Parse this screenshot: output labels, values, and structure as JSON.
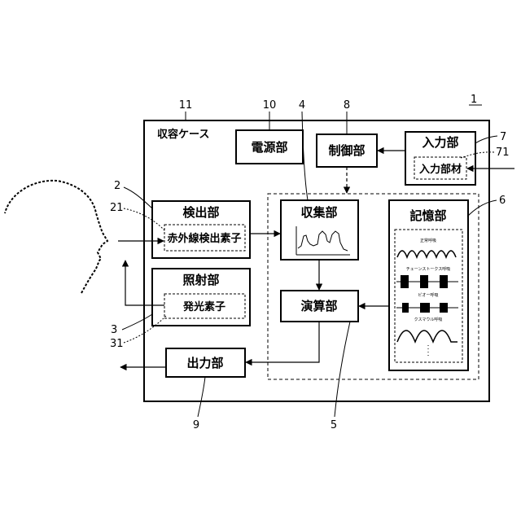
{
  "figure_number": "1",
  "housing": {
    "label": "収容ケース",
    "ref": "11"
  },
  "power_unit": {
    "label": "電源部",
    "ref": "10"
  },
  "control_unit": {
    "label": "制御部",
    "ref": "8"
  },
  "input_unit": {
    "label": "入力部",
    "ref": "7"
  },
  "input_member": {
    "label": "入力部材",
    "ref": "71"
  },
  "detection_unit": {
    "label": "検出部",
    "ref": "2"
  },
  "ir_sensor": {
    "label": "赤外線検出素子",
    "ref": "21"
  },
  "irradiation_unit": {
    "label": "照射部",
    "ref": "3"
  },
  "light_emitter": {
    "label": "発光素子",
    "ref": "31"
  },
  "collection_unit": {
    "label": "収集部",
    "ref": "4"
  },
  "calculation_unit": {
    "label": "演算部",
    "ref": "5"
  },
  "storage_unit": {
    "label": "記憶部",
    "ref": "6",
    "patterns": [
      "正常呼吸",
      "チェーンストークス呼吸",
      "ビオー呼吸",
      "クスマウル呼吸"
    ]
  },
  "output_unit": {
    "label": "出力部",
    "ref": "9"
  }
}
